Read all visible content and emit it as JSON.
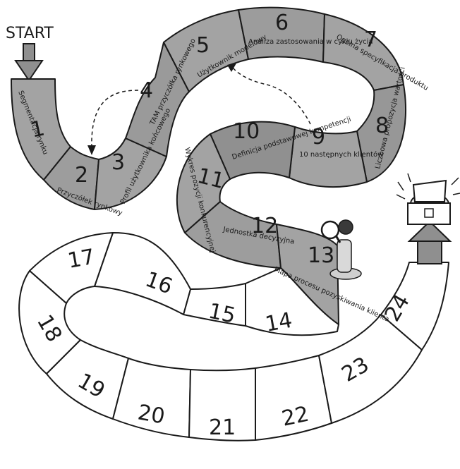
{
  "board": {
    "start_label": "START",
    "steps": [
      {
        "n": "1",
        "label": "Segmentacja rynku"
      },
      {
        "n": "2",
        "label": "Przyczółek rynkowy"
      },
      {
        "n": "3",
        "label": "Profil użytkownika końcowego"
      },
      {
        "n": "4",
        "label": "TAM przyczółka rynkowego"
      },
      {
        "n": "5",
        "label": "Użytkownik modelowy"
      },
      {
        "n": "6",
        "label": "Analiza zastosowania w cyklu życia"
      },
      {
        "n": "7",
        "label": "Ogólna specyfikacja produktu"
      },
      {
        "n": "8",
        "label": "Liczbowa propozycja wartości"
      },
      {
        "n": "9",
        "label": "10 następnych klientów"
      },
      {
        "n": "10",
        "label": "Definicja podstawowej kompetencji"
      },
      {
        "n": "11",
        "label": "Wykres pozycji konkurencyjnej"
      },
      {
        "n": "12",
        "label": "Jednostka decyzyjna"
      },
      {
        "n": "13",
        "label": "Mapa procesu pozyskiwania klienta"
      },
      {
        "n": "14",
        "label": ""
      },
      {
        "n": "15",
        "label": ""
      },
      {
        "n": "16",
        "label": ""
      },
      {
        "n": "17",
        "label": ""
      },
      {
        "n": "18",
        "label": ""
      },
      {
        "n": "19",
        "label": ""
      },
      {
        "n": "20",
        "label": ""
      },
      {
        "n": "21",
        "label": ""
      },
      {
        "n": "22",
        "label": ""
      },
      {
        "n": "23",
        "label": ""
      },
      {
        "n": "24",
        "label": ""
      }
    ]
  },
  "colors": {
    "path_grey": "#a3a3a3",
    "path_grey_dark": "#8f8f8f",
    "path_white": "#ffffff",
    "outline": "#1a1a1a"
  },
  "icons": [
    "start-arrow-icon",
    "treasure-chest-icon",
    "magnifier-character-icon",
    "goal-arrow-icon"
  ]
}
